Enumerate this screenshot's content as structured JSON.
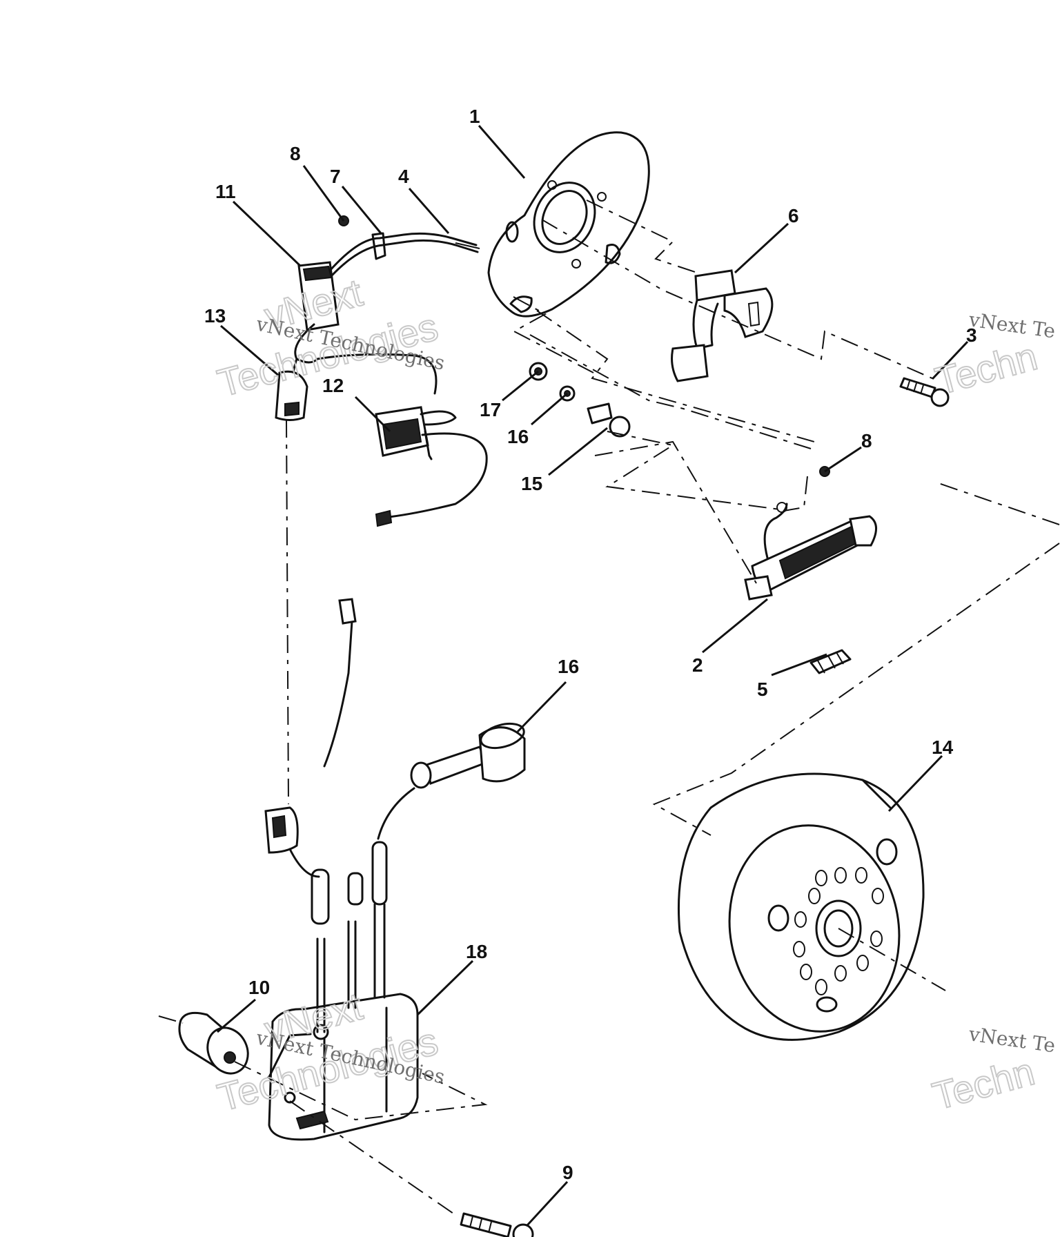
{
  "parts": [
    {
      "id": "1"
    },
    {
      "id": "2"
    },
    {
      "id": "3"
    },
    {
      "id": "4"
    },
    {
      "id": "5"
    },
    {
      "id": "6"
    },
    {
      "id": "7"
    },
    {
      "id": "8"
    },
    {
      "id": "8b",
      "text": "8"
    },
    {
      "id": "9"
    },
    {
      "id": "10"
    },
    {
      "id": "11"
    },
    {
      "id": "12"
    },
    {
      "id": "13"
    },
    {
      "id": "14"
    },
    {
      "id": "15"
    },
    {
      "id": "16"
    },
    {
      "id": "16b",
      "text": "16"
    },
    {
      "id": "17"
    },
    {
      "id": "18"
    }
  ],
  "labels": {
    "p1": "1",
    "p2": "2",
    "p3": "3",
    "p4": "4",
    "p5": "5",
    "p6": "6",
    "p7": "7",
    "p8": "8",
    "p8b": "8",
    "p9": "9",
    "p10": "10",
    "p11": "11",
    "p12": "12",
    "p13": "13",
    "p14": "14",
    "p15": "15",
    "p16": "16",
    "p16b": "16",
    "p17": "17",
    "p18": "18"
  },
  "watermark": {
    "line1": "vNext Technologies",
    "line2a": "vNext",
    "line2b": "Technologies",
    "edge_small": "vNext Te",
    "edge_big": "Techn"
  }
}
